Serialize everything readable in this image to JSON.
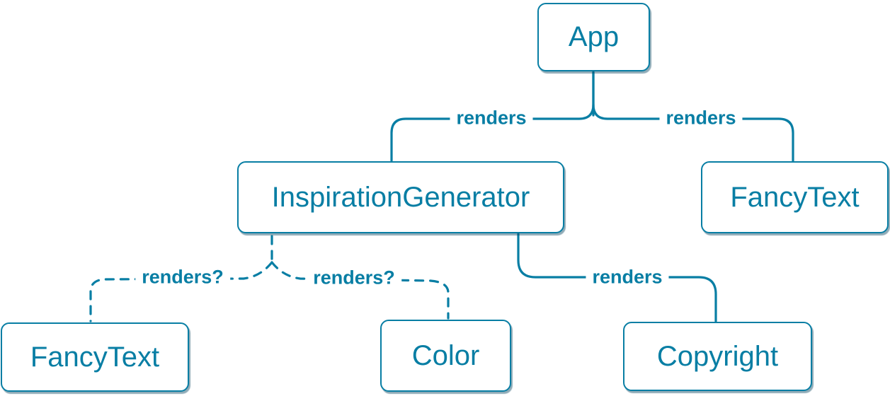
{
  "diagram": {
    "kind": "component-render-tree",
    "accent_color": "#087ea4",
    "background_color": "#ffffff",
    "nodes": [
      {
        "id": "app",
        "label": "App"
      },
      {
        "id": "inspiration-generator",
        "label": "InspirationGenerator"
      },
      {
        "id": "fancy-text-top",
        "label": "FancyText"
      },
      {
        "id": "fancy-text-bottom",
        "label": "FancyText"
      },
      {
        "id": "color",
        "label": "Color"
      },
      {
        "id": "copyright",
        "label": "Copyright"
      }
    ],
    "edges": [
      {
        "from": "App",
        "to": "InspirationGenerator",
        "label": "renders",
        "style": "solid"
      },
      {
        "from": "App",
        "to": "FancyText",
        "label": "renders",
        "style": "solid"
      },
      {
        "from": "InspirationGenerator",
        "to": "FancyText",
        "label": "renders?",
        "style": "dashed"
      },
      {
        "from": "InspirationGenerator",
        "to": "Color",
        "label": "renders?",
        "style": "dashed"
      },
      {
        "from": "InspirationGenerator",
        "to": "Copyright",
        "label": "renders",
        "style": "solid"
      }
    ]
  }
}
